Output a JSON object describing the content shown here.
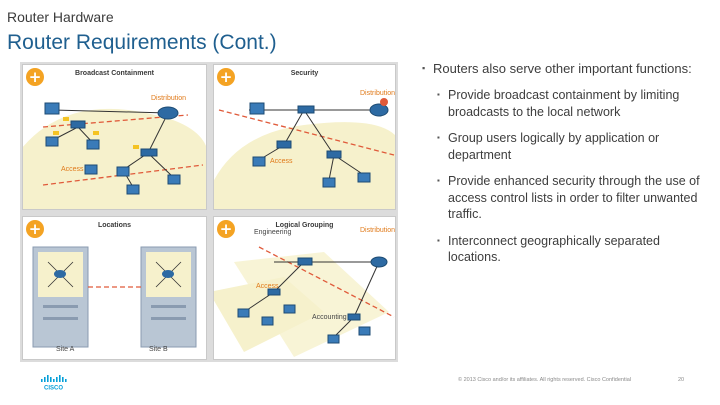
{
  "header": {
    "section": "Router Hardware",
    "title": "Router Requirements (Cont.)"
  },
  "figure": {
    "panels": [
      {
        "title": "Broadcast Containment",
        "labels": [
          "Distribution",
          "Access"
        ]
      },
      {
        "title": "Security",
        "labels": [
          "Distribution",
          "Access"
        ]
      },
      {
        "title": "Locations",
        "labels": [
          "Site A",
          "Site B"
        ]
      },
      {
        "title": "Logical Grouping",
        "labels": [
          "Engineering",
          "Distribution",
          "Access",
          "Accounting"
        ]
      }
    ],
    "plus_symbol": "+"
  },
  "bullets": {
    "main": "Routers also serve other important functions:",
    "sub": [
      "Provide broadcast containment by limiting broadcasts to the local network",
      "Group users logically by application or department",
      "Provide enhanced security through the use of access control lists in order to filter unwanted traffic.",
      "Interconnect geographically separated locations."
    ]
  },
  "footer": {
    "copyright": "© 2013 Cisco and/or its affiliates. All rights reserved.     Cisco Confidential",
    "page": "20"
  },
  "colors": {
    "title": "#1f5f8f",
    "accent": "#f4a323",
    "cisco_blue": "#049fd9"
  }
}
